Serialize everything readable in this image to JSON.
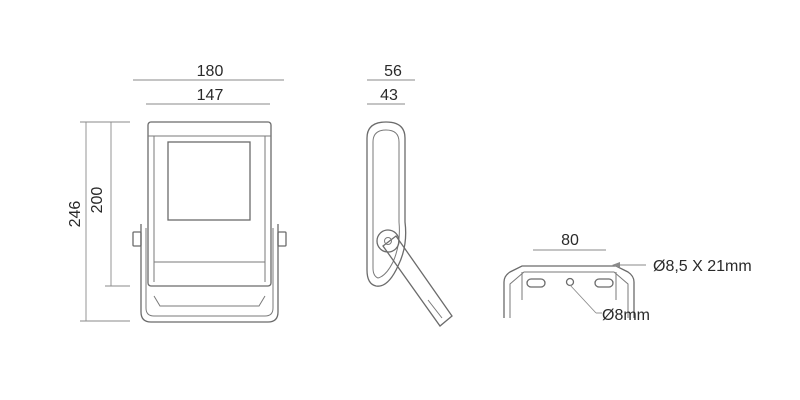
{
  "front_view": {
    "overall_width": "180",
    "inner_width": "147",
    "overall_height": "246",
    "body_height": "200"
  },
  "side_view": {
    "overall_depth": "56",
    "body_depth": "43"
  },
  "bracket_view": {
    "hole_spacing": "80",
    "slot_size": "Ø8,5 X 21mm",
    "hole_diameter": "Ø8mm"
  }
}
